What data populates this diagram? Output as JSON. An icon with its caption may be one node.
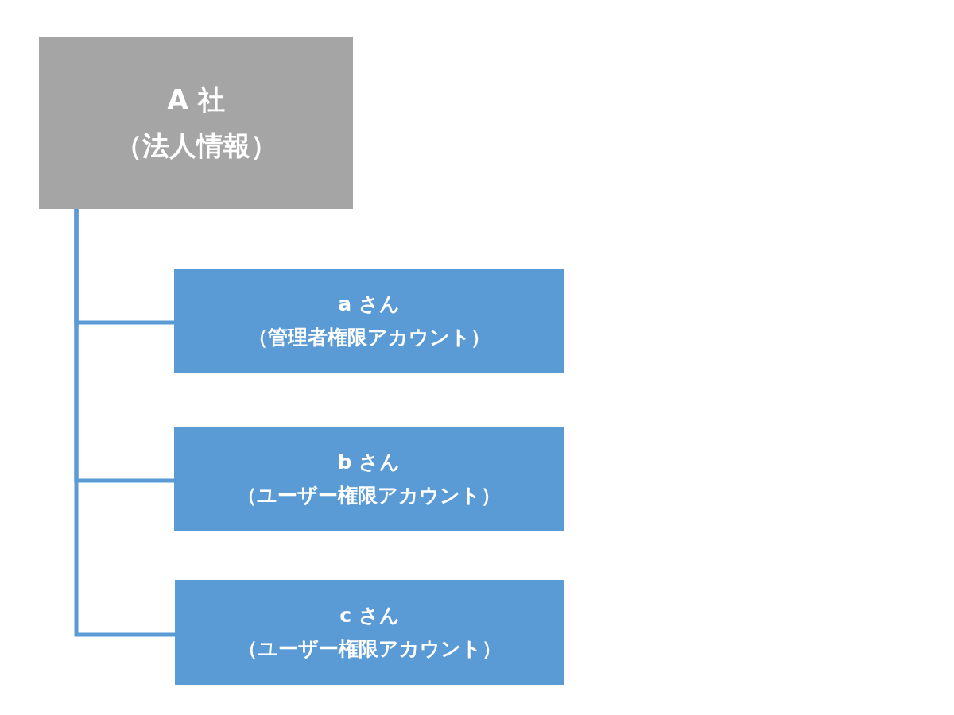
{
  "diagram": {
    "nodes": [
      {
        "text": [
          "A 社",
          "（法人情報）"
        ]
      },
      {
        "text": [
          "a さん",
          "（管理者権限アカウント）"
        ]
      },
      {
        "text": [
          "b さん",
          "（ユーザー権限アカウント）"
        ]
      },
      {
        "text": [
          "c さん",
          "（ユーザー権限アカウント）"
        ]
      }
    ],
    "edges": [
      {
        "from": 0,
        "to": 1,
        "arrow": "none"
      },
      {
        "from": 0,
        "to": 2,
        "arrow": "none"
      },
      {
        "from": 0,
        "to": 3,
        "arrow": "none"
      }
    ]
  }
}
